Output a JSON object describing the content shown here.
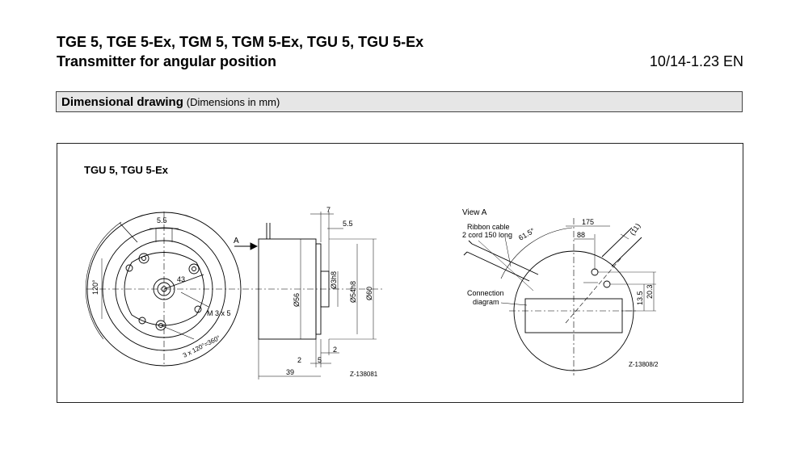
{
  "header": {
    "title_line1": "TGE 5, TGE 5-Ex, TGM 5, TGM 5-Ex, TGU 5, TGU 5-Ex",
    "title_line2": "Transmitter for angular position",
    "doc_number": "10/14-1.23 EN"
  },
  "section": {
    "title": "Dimensional drawing",
    "note": "(Dimensions in mm)"
  },
  "drawing": {
    "subtitle": "TGU 5, TGU 5-Ex",
    "front": {
      "dim_top": "5.5",
      "dim_radius": "43",
      "angle": "120°",
      "screw": "M 3 x 5",
      "hole_pattern": "3 x 120°=360°"
    },
    "side": {
      "view_marker": "A",
      "dim_7": "7",
      "dim_5_5": "5.5",
      "dia_56": "Ø56",
      "dia_3h8": "Ø3h8",
      "dia_54h8": "Ø54h8",
      "dia_60": "Ø60",
      "dim_2a": "2",
      "dim_5": "5",
      "dim_2b": "2",
      "dim_39": "39",
      "ref": "Z-138081"
    },
    "view_a": {
      "title": "View A",
      "ribbon_line1": "Ribbon cable",
      "ribbon_line2": "2 cord  150 long",
      "angle": "61.5°",
      "dim_175": "175",
      "dim_88": "88",
      "dim_11": "(11)",
      "connection_line1": "Connection",
      "connection_line2": "diagram",
      "dim_13_5": "13.5",
      "dim_20_3": "20.3",
      "ref": "Z-13808/2"
    }
  }
}
